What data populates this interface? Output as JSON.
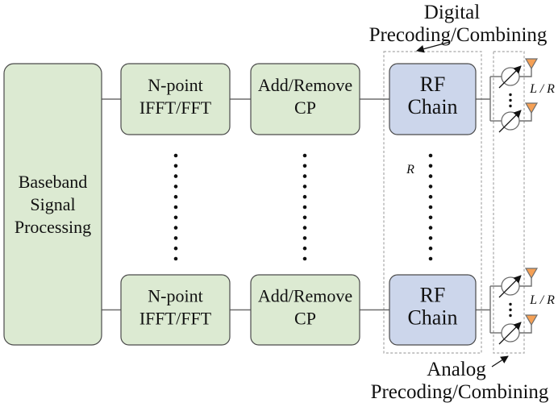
{
  "figure": {
    "blocks": {
      "baseband": {
        "line1": "Baseband",
        "line2": "Signal",
        "line3": "Processing"
      },
      "ifft_top": {
        "line1": "N-point",
        "line2": "IFFT/FFT"
      },
      "cp_top": {
        "line1": "Add/Remove",
        "line2": "CP"
      },
      "rf_top": {
        "line1": "RF",
        "line2": "Chain"
      },
      "ifft_bottom": {
        "line1": "N-point",
        "line2": "IFFT/FFT"
      },
      "cp_bottom": {
        "line1": "Add/Remove",
        "line2": "CP"
      },
      "rf_bottom": {
        "line1": "RF",
        "line2": "Chain"
      }
    },
    "annotations": {
      "digital_label_line1": "Digital",
      "digital_label_line2": "Precoding/Combining",
      "analog_label_line1": "Analog",
      "analog_label_line2": "Precoding/Combining",
      "rf_chain_count": "R",
      "antenna_ratio_top": "L / R",
      "antenna_ratio_bottom": "L / R"
    },
    "colors": {
      "block_green_fill": "#dcead2",
      "block_blue_fill": "#ccd6eb",
      "block_border": "#4b4b4b",
      "wire": "#6e6e6e",
      "dashed_border": "#a6a6a6",
      "antenna_fill": "#f5a055",
      "text": "#111111"
    }
  }
}
